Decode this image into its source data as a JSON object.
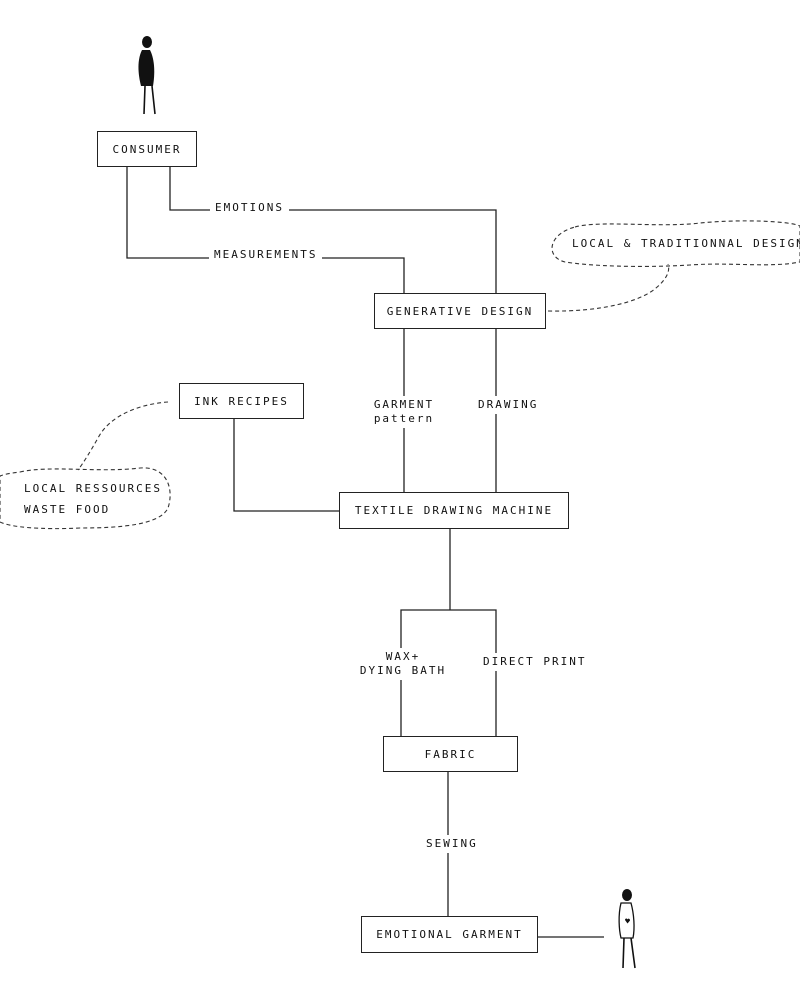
{
  "nodes": {
    "consumer": "CONSUMER",
    "generative_design": "GENERATIVE DESIGN",
    "ink_recipes": "INK RECIPES",
    "textile_machine": "TEXTILE DRAWING MACHINE",
    "fabric": "FABRIC",
    "emotional_garment": "EMOTIONAL GARMENT"
  },
  "edges": {
    "emotions": "EMOTIONS",
    "measurements": "MEASUREMENTS",
    "garment": "GARMENT",
    "pattern": "pattern",
    "drawing": "DRAWING",
    "wax": "WAX+",
    "dying_bath": "DYING BATH",
    "direct_print": "DIRECT PRINT",
    "sewing": "SEWING"
  },
  "clouds": {
    "local_designs": "LOCAL & TRADITIONNAL DESIGNS",
    "local_resources": "LOCAL RESSOURCES",
    "waste_food": "WASTE FOOD"
  }
}
